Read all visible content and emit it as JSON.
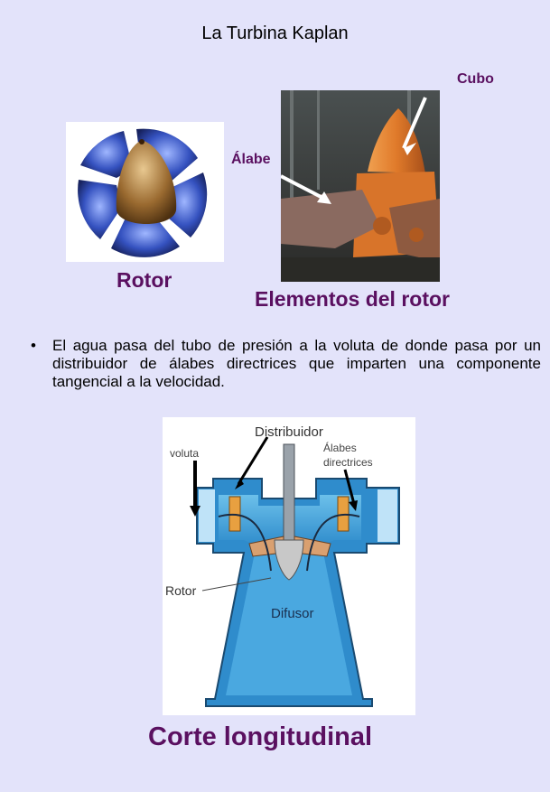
{
  "page": {
    "title": "La Turbina Kaplan"
  },
  "figures": {
    "rotor_caption": "Rotor",
    "elements_caption": "Elementos del rotor",
    "cubo_label": "Cubo",
    "alabe_label": "Álabe"
  },
  "text": {
    "bullet_symbol": "•",
    "paragraph": "El agua pasa del tubo de presión a la voluta de donde pasa por un distribuidor de álabes directrices que imparten una componente tangencial a la velocidad."
  },
  "diagram": {
    "distribuidor": "Distribuidor",
    "voluta": "voluta",
    "alabes_line1": "Álabes",
    "alabes_line2": "directrices",
    "rotor": "Rotor",
    "difusor": "Difusor",
    "caption": "Corte longitudinal"
  },
  "colors": {
    "background": "#e3e3fa",
    "caption_purple": "#5a1060",
    "water_blue": "#55b0e0",
    "rotor_orange": "#e07a2a"
  }
}
